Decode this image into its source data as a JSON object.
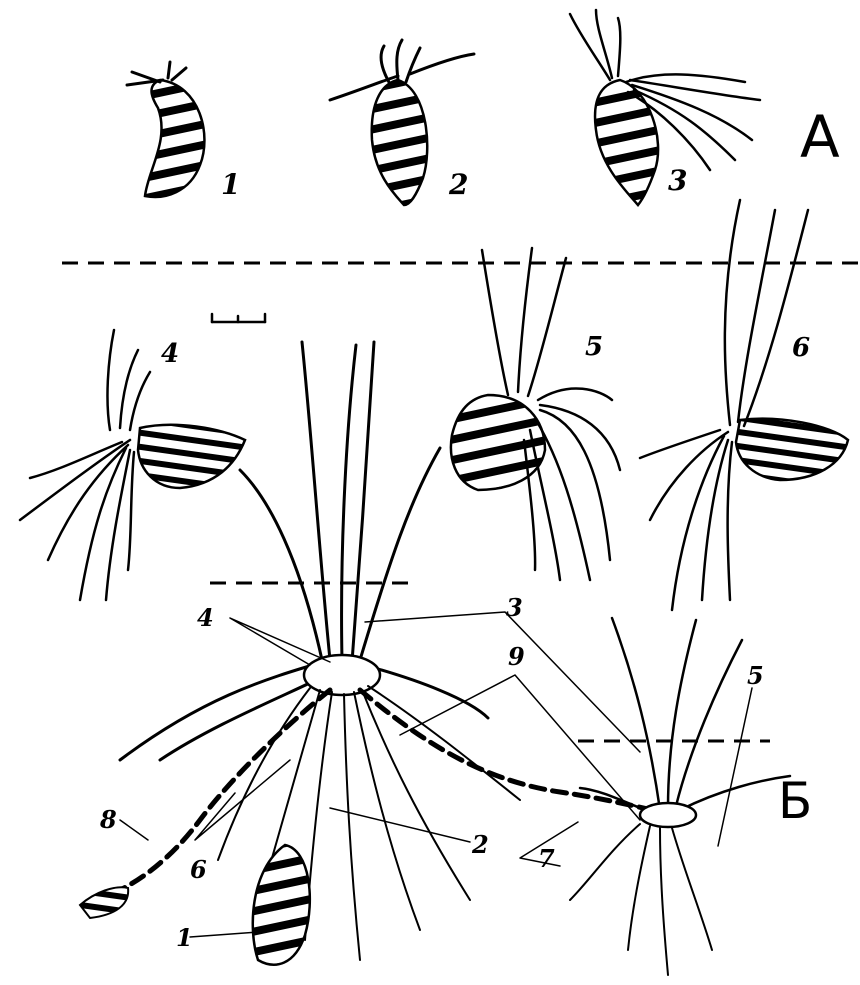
{
  "section_labels": {
    "a": "А",
    "b": "Б"
  },
  "stage_labels": [
    "1",
    "2",
    "3",
    "4",
    "5",
    "6"
  ],
  "part_labels": [
    "1",
    "2",
    "3",
    "4",
    "5",
    "6",
    "7",
    "8",
    "9"
  ]
}
